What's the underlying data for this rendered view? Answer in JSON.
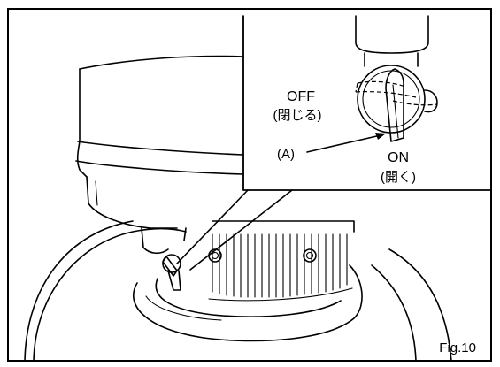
{
  "labels": {
    "off": "OFF",
    "off_jp": "(閉じる)",
    "on": "ON",
    "on_jp": "(開く)",
    "pointer": "(A)"
  },
  "figure_number": "Fig.10"
}
